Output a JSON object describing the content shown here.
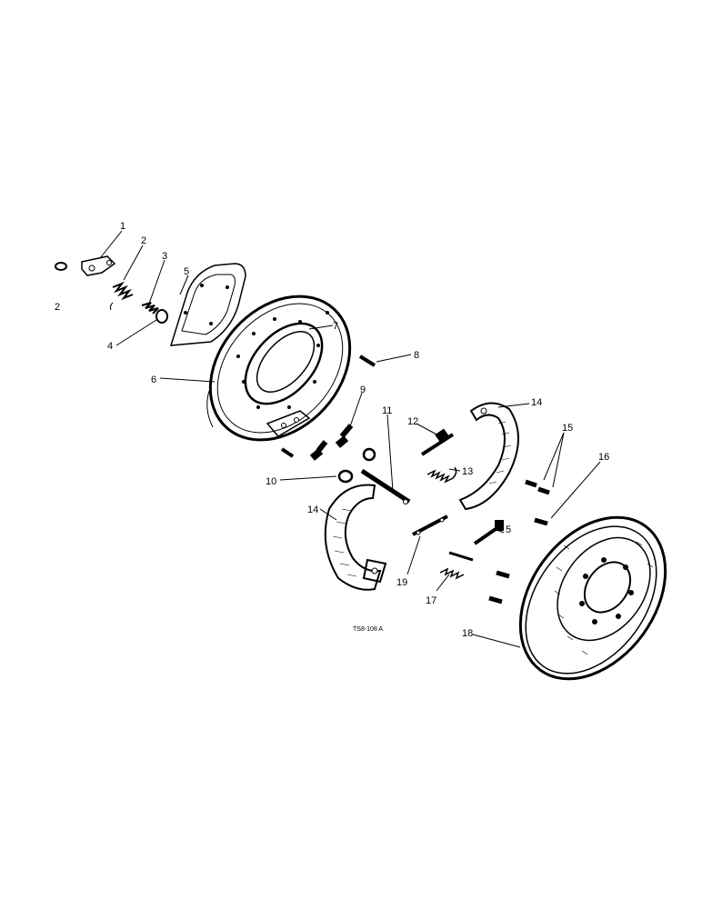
{
  "figure_id": "TS8-108 A",
  "callouts": {
    "c1": "1",
    "c2": "2",
    "c2b": "2",
    "c3": "3",
    "c4": "4",
    "c5": "5",
    "c6": "6",
    "c7": "7",
    "c8": "8",
    "c9": "9",
    "c10": "10",
    "c11": "11",
    "c12": "12",
    "c13": "13",
    "c14a": "14",
    "c14b": "14",
    "c15": "15",
    "c16": "16",
    "c17": "17",
    "c18": "18",
    "c19": "19",
    "c20": "5"
  }
}
